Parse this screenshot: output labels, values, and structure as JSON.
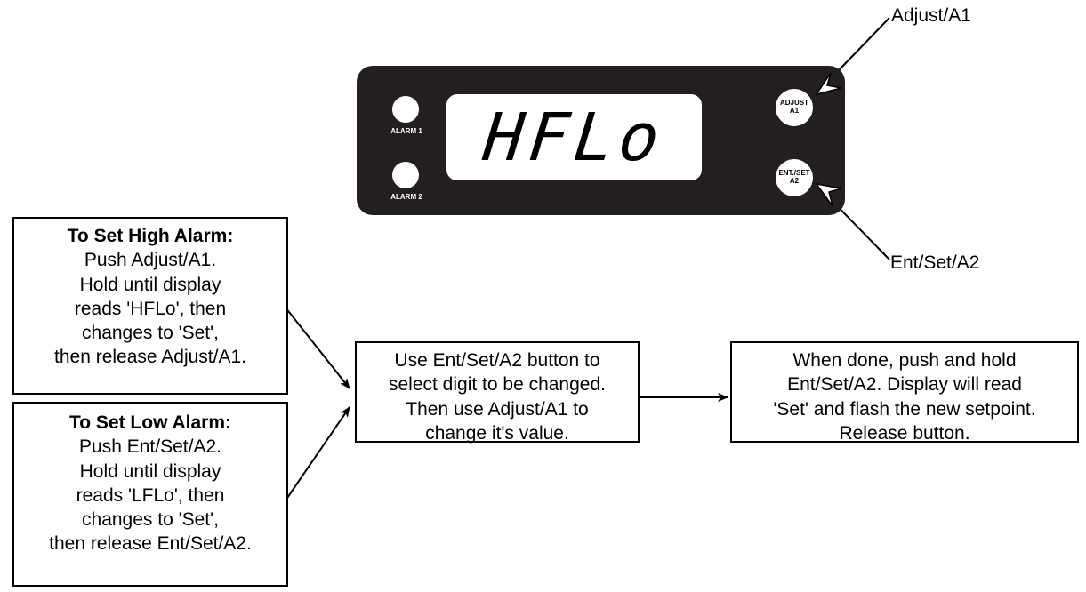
{
  "callouts": {
    "adjust": "Adjust/A1",
    "entset": "Ent/Set/A2"
  },
  "panel": {
    "display_text": "HFLo",
    "alarm1_label": "ALARM 1",
    "alarm2_label": "ALARM 2",
    "adjust_button": {
      "line1": "ADJUST",
      "line2": "A1"
    },
    "entset_button": {
      "line1": "ENT./SET",
      "line2": "A2"
    }
  },
  "boxes": {
    "high_alarm": {
      "title": "To Set High Alarm:",
      "lines": [
        "Push Adjust/A1.",
        "Hold until display",
        "reads 'HFLo', then",
        "changes to 'Set',",
        "then release Adjust/A1."
      ]
    },
    "low_alarm": {
      "title": "To Set Low Alarm:",
      "lines": [
        "Push Ent/Set/A2.",
        "Hold until display",
        "reads 'LFLo', then",
        "changes to 'Set',",
        "then release Ent/Set/A2."
      ]
    },
    "select_digit": {
      "lines": [
        "Use Ent/Set/A2 button to",
        "select digit to be changed.",
        "Then use Adjust/A1 to",
        "change it's value."
      ]
    },
    "when_done": {
      "lines": [
        "When done, push and hold",
        "Ent/Set/A2. Display will read",
        "'Set' and flash the new setpoint.",
        "Release button."
      ]
    }
  }
}
